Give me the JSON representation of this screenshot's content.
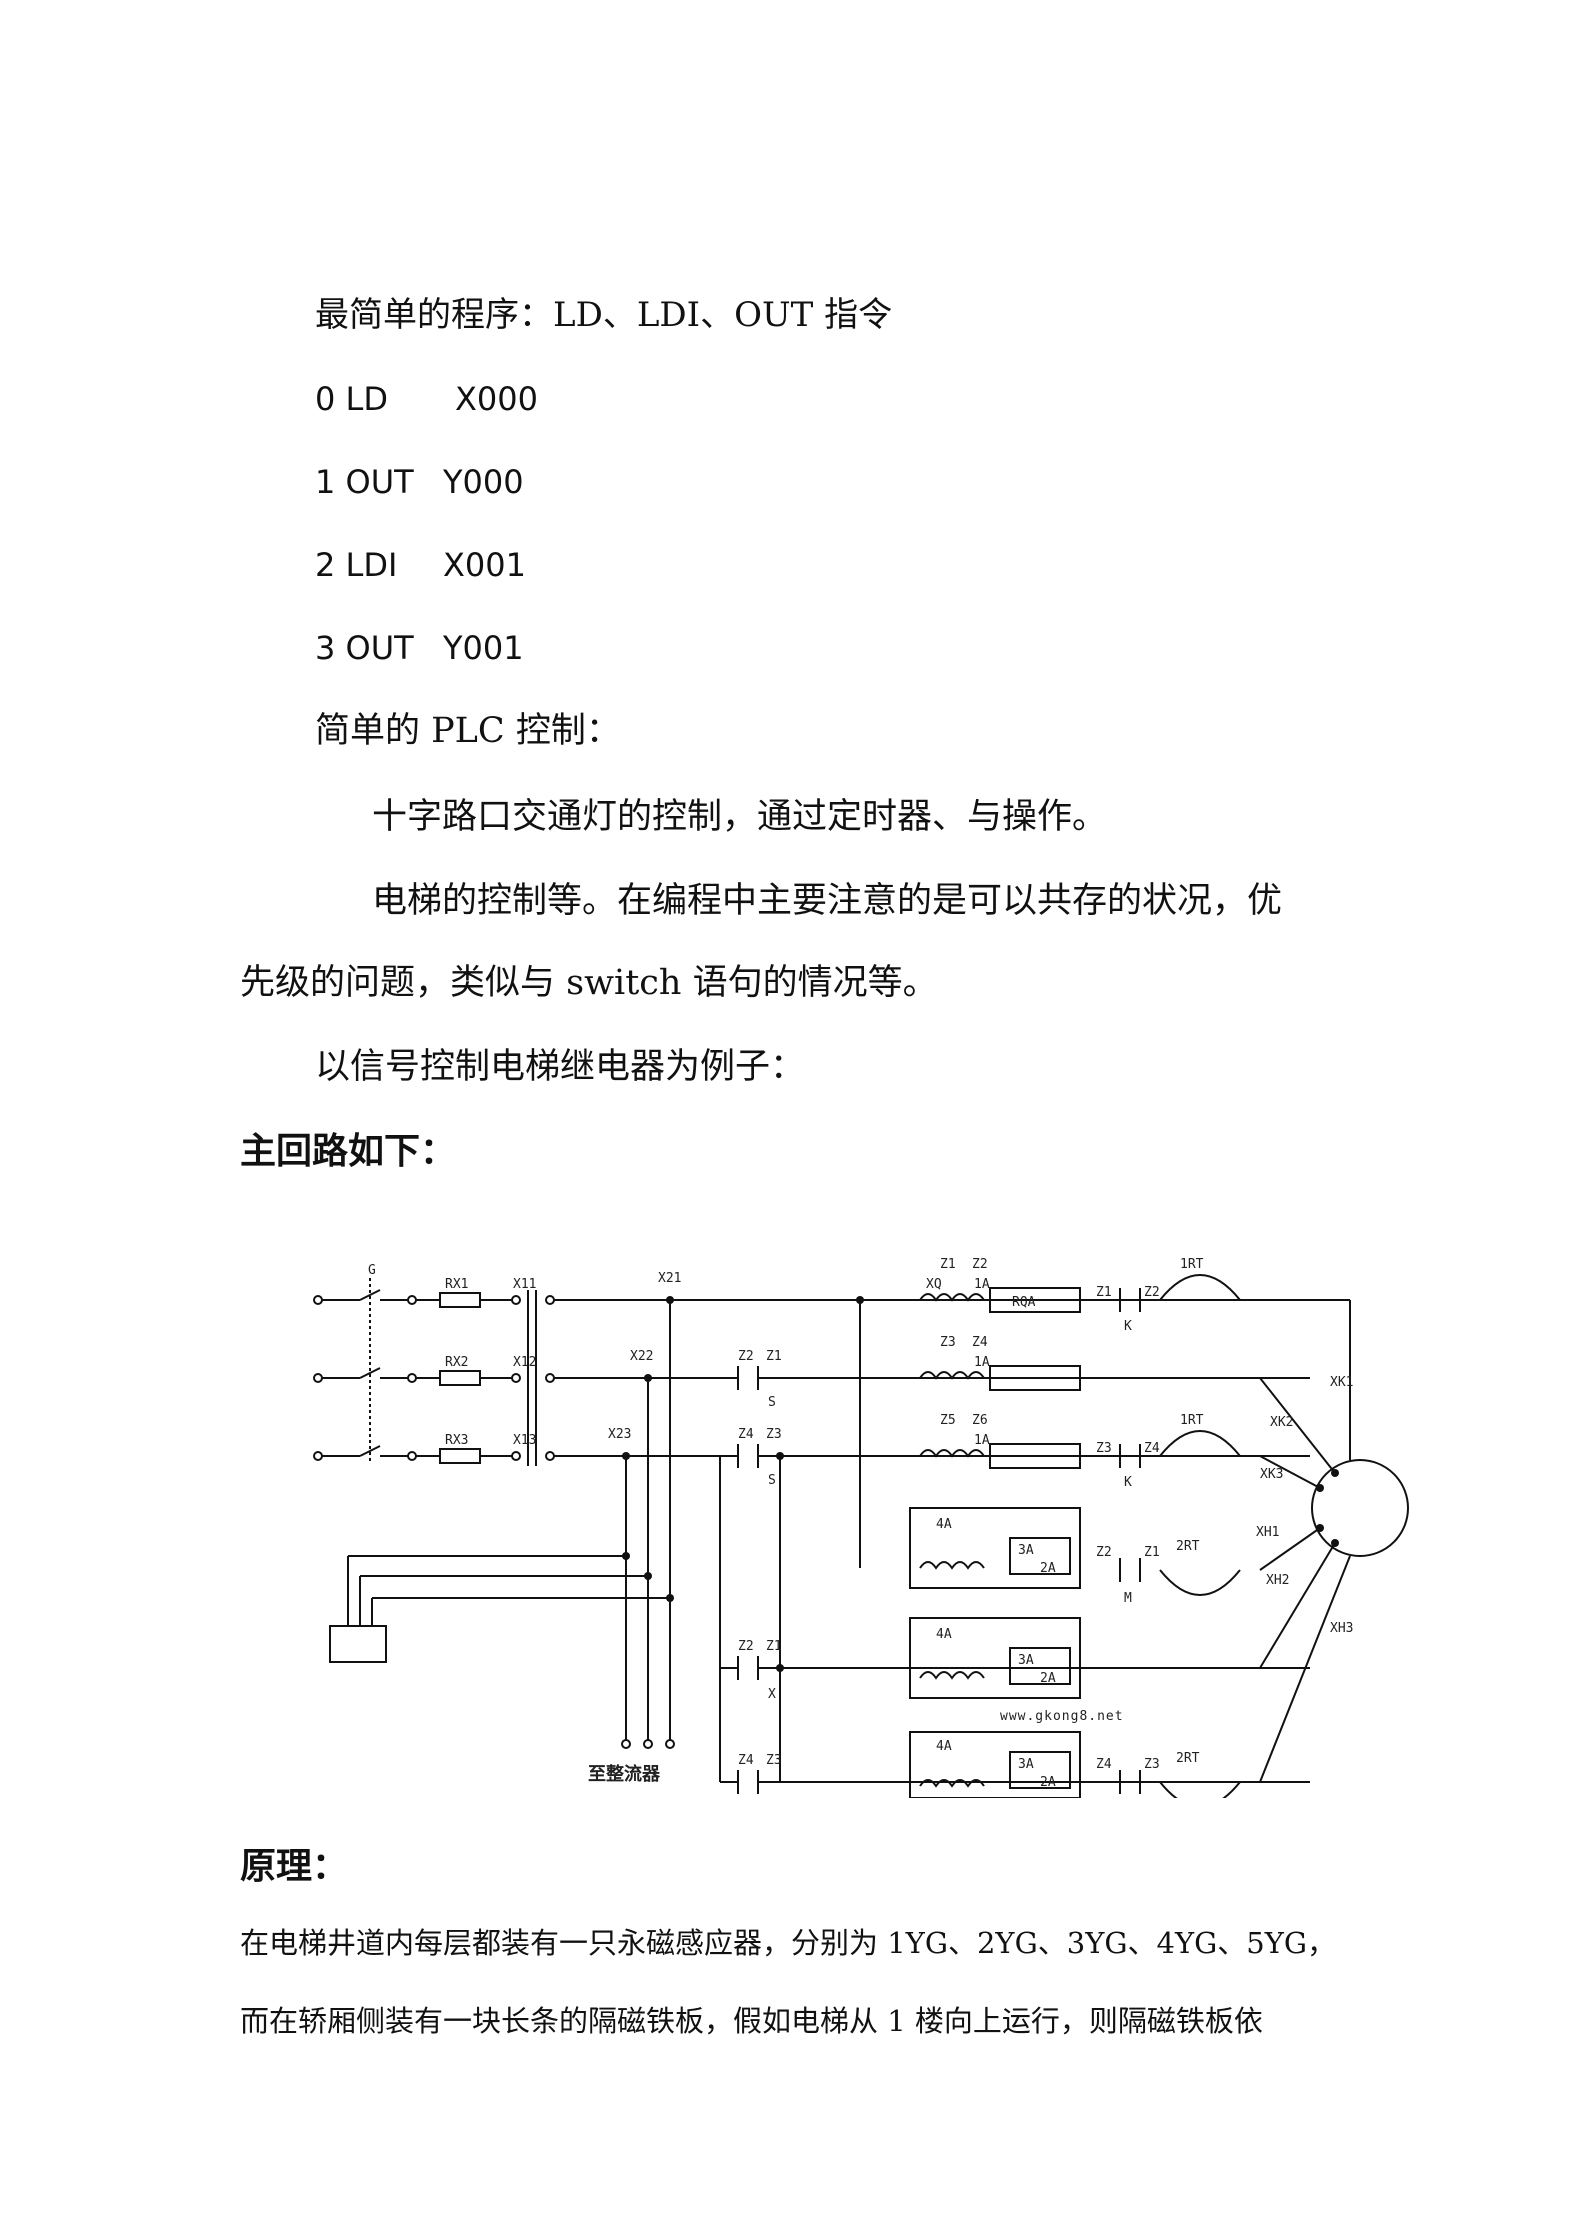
{
  "doc": {
    "line1": "最简单的程序：LD、LDI、OUT 指令",
    "code": [
      {
        "num": "0 LD",
        "op": "X000"
      },
      {
        "num": "1 OUT",
        "op": "Y000"
      },
      {
        "num": "2 LDI",
        "op": "X001"
      },
      {
        "num": "3 OUT",
        "op": "Y001"
      }
    ],
    "simple_plc": "简单的 PLC 控制：",
    "traffic": "十字路口交通灯的控制，通过定时器、与操作。",
    "elevator1": "电梯的控制等。在编程中主要注意的是可以共存的状况，优",
    "elevator2": "先级的问题，类似与 switch 语句的情况等。",
    "example": "以信号控制电梯继电器为例子：",
    "main_circuit": "主回路如下：",
    "principle": "原理：",
    "para1": "在电梯井道内每层都装有一只永磁感应器，分别为 1YG、2YG、3YG、4YG、5YG，",
    "para2": "而在轿厢侧装有一块长条的隔磁铁板，假如电梯从 1 楼向上运行，则隔磁铁板依"
  },
  "diagram": {
    "watermark": "www.gkong8.net",
    "rectifier_label": "至整流器",
    "labels": {
      "G": "G",
      "RX1": "RX1",
      "RX2": "RX2",
      "RX3": "RX3",
      "X11": "X11",
      "X12": "X12",
      "X13": "X13",
      "X21": "X21",
      "X22": "X22",
      "X23": "X23",
      "Z1": "Z1",
      "Z2": "Z2",
      "Z3": "Z3",
      "Z4": "Z4",
      "Z5": "Z5",
      "Z6": "Z6",
      "XQ": "XQ",
      "A1": "1A",
      "RQA": "RQA",
      "A2": "2A",
      "A3": "3A",
      "A4": "4A",
      "K": "K",
      "S": "S",
      "X": "X",
      "M": "M",
      "RT1": "1RT",
      "RT2": "2RT",
      "XK1": "XK1",
      "XK2": "XK2",
      "XK3": "XK3",
      "XH1": "XH1",
      "XH2": "XH2",
      "XH3": "XH3"
    }
  }
}
